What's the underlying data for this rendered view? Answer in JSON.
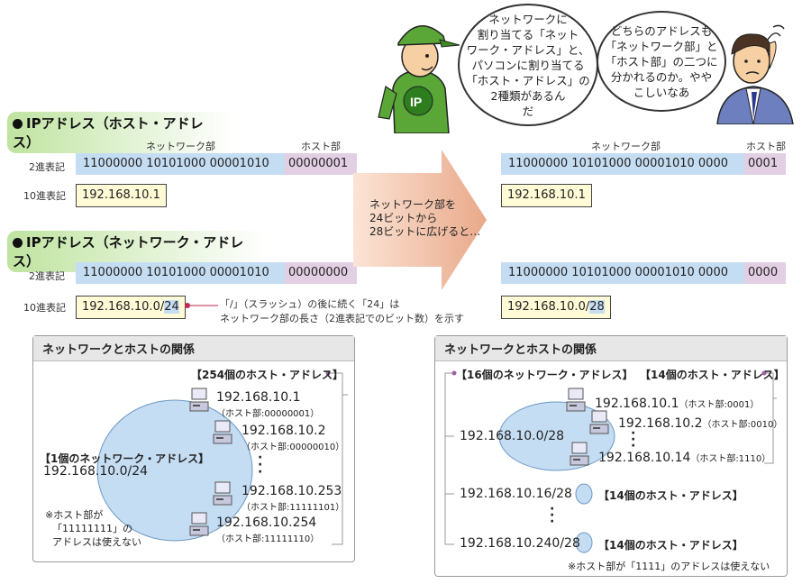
{
  "left": {
    "section1_title": "IPアドレス（ホスト・アドレス）",
    "section2_title": "IPアドレス（ネットワーク・アドレス）",
    "col_network": "ネットワーク部",
    "col_host": "ホスト部",
    "row_binary": "2進表記",
    "row_decimal": "10進表記",
    "host_bin_net": "11000000 10101000 00001010",
    "host_bin_host": "00000001",
    "host_dec": "192.168.10.1",
    "net_bin_net": "11000000 10101000 00001010",
    "net_bin_host": "00000000",
    "net_dec_main": "192.168.10.0/",
    "net_dec_prefix": "24",
    "prefix_note_1": "「/」（スラッシュ）の後に続く「24」は",
    "prefix_note_2": "ネットワーク部の長さ（2進表記でのビット数）を示す"
  },
  "arrow_text": [
    "ネットワーク部を",
    "24ビットから",
    "28ビットに広げると…"
  ],
  "right": {
    "col_network": "ネットワーク部",
    "col_host": "ホスト部",
    "host_bin_net": "11000000 10101000 00001010 0000",
    "host_bin_host": "0001",
    "host_dec": "192.168.10.1",
    "net_bin_net": "11000000 10101000 00001010 0000",
    "net_bin_host": "0000",
    "net_dec_main": "192.168.10.0/",
    "net_dec_prefix": "28"
  },
  "bubbles": {
    "worker": [
      "ネットワークに",
      "割り当てる「ネット",
      "ワーク・アドレス」と、",
      "パソコンに割り当てる",
      "「ホスト・アドレス」の",
      "2種類があるん",
      "だ"
    ],
    "man": [
      "どちらのアドレスも",
      "「ネットワーク部」と",
      "「ホスト部」の二つに",
      "分かれるのか。やや",
      "こしいなあ"
    ],
    "cap_logo": "IP"
  },
  "panel_left": {
    "title": "ネットワークとホストの関係",
    "hosts_label": "【254個のホスト・アドレス】",
    "net_label": "【1個のネットワーク・アドレス】",
    "net_addr": "192.168.10.0/24",
    "hosts": [
      {
        "ip": "192.168.10.1",
        "sub": "（ホスト部:00000001）"
      },
      {
        "ip": "192.168.10.2",
        "sub": "（ホスト部:00000010）"
      },
      {
        "ip": "192.168.10.253",
        "sub": "（ホスト部:11111101）"
      },
      {
        "ip": "192.168.10.254",
        "sub": "（ホスト部:11111110）"
      }
    ],
    "note": [
      "※ホスト部が",
      "「11111111」の",
      "アドレスは使えない"
    ]
  },
  "panel_right": {
    "title": "ネットワークとホストの関係",
    "nets_label": "【16個のネットワーク・アドレス】",
    "hosts_label": "【14個のホスト・アドレス】",
    "net1": "192.168.10.0/28",
    "hosts": [
      {
        "ip": "192.168.10.1",
        "sub": "（ホスト部:0001）"
      },
      {
        "ip": "192.168.10.2",
        "sub": "（ホスト部:0010）"
      },
      {
        "ip": "192.168.10.14",
        "sub": "（ホスト部:1110）"
      }
    ],
    "net2": "192.168.10.16/28",
    "net2_hosts": "【14個のホスト・アドレス】",
    "net3": "192.168.10.240/28",
    "net3_hosts": "【14個のホスト・アドレス】",
    "note": "※ホスト部が「1111」のアドレスは使えない"
  }
}
